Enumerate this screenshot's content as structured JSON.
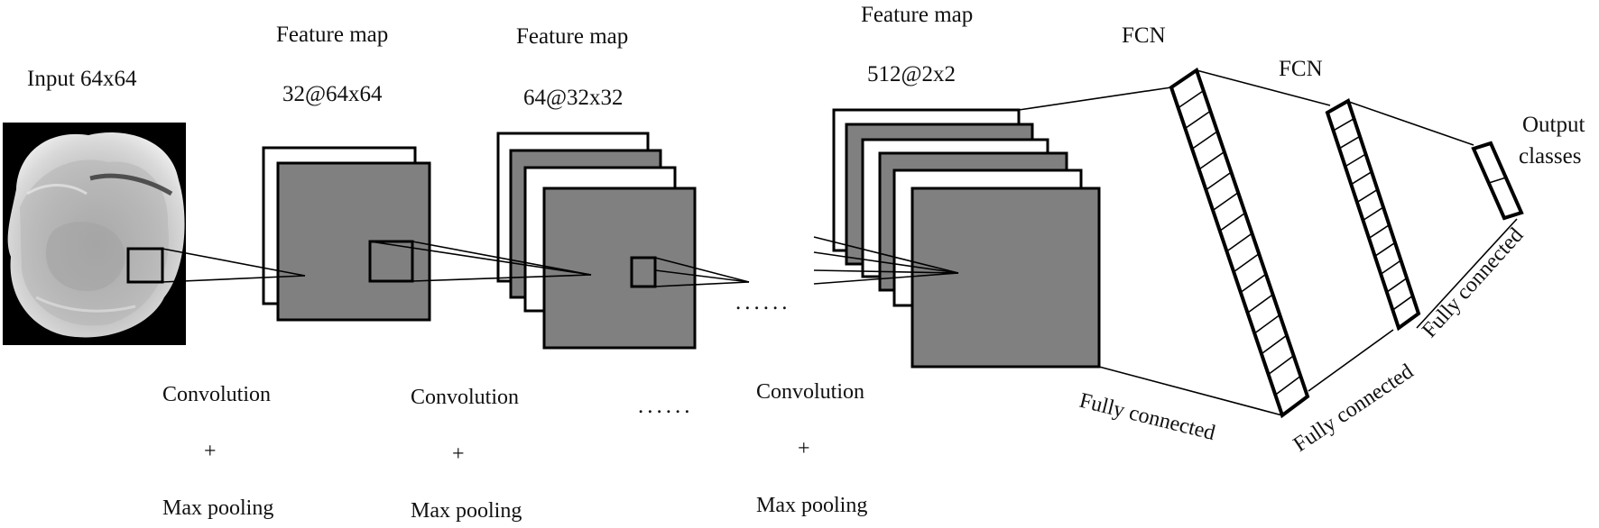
{
  "input": {
    "label": "Input 64x64"
  },
  "feature_maps": [
    {
      "title": "Feature map",
      "dims": "32@64x64"
    },
    {
      "title": "Feature map",
      "dims": "64@32x32"
    },
    {
      "title": "Feature map",
      "dims": "512@2x2"
    }
  ],
  "fcn_labels": [
    "FCN",
    "FCN"
  ],
  "output": {
    "line1": "Output",
    "line2": "classes"
  },
  "steps": [
    {
      "op1": "Convolution",
      "plus": "+",
      "op2": "Max pooling"
    },
    {
      "op1": "Convolution",
      "plus": "+",
      "op2": "Max pooling"
    },
    {
      "op1": "Convolution",
      "plus": "+",
      "op2": "Max pooling"
    }
  ],
  "ellipsis": {
    "top": "......",
    "bottom": "......"
  },
  "fully_connected": [
    "Fully connected",
    "Fully connected",
    "Fully connected"
  ],
  "colors": {
    "feature_fill": "#808080",
    "outline": "#000000",
    "image_bg": "#000000"
  }
}
